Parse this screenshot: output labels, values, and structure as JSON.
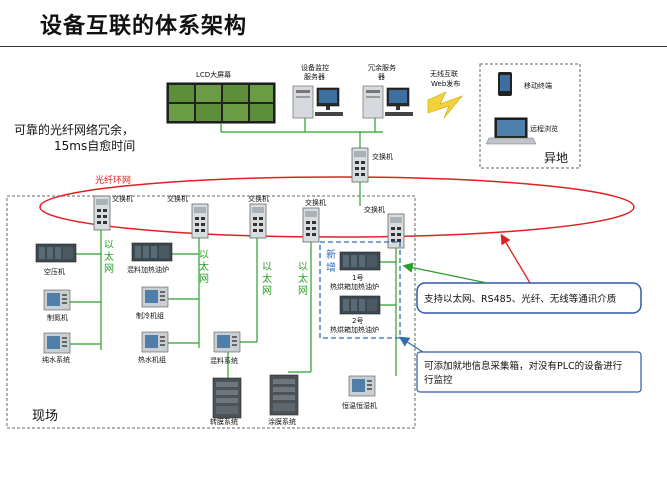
{
  "title": "设备互联的体系架构",
  "redundancy_note": {
    "line1": "可靠的光纤网络冗余，",
    "line2": "15ms自愈时间"
  },
  "ring_label": "光纤环网",
  "top_devices": {
    "lcd": "LCD大屏幕",
    "monitor_server_1": "设备监控",
    "monitor_server_2": "服务器",
    "redundant_server_1": "冗余服务",
    "redundant_server_2": "器",
    "wireless_1": "无线互联",
    "wireless_2": "Web发布"
  },
  "remote": {
    "mobile": "移动终端",
    "remote_view": "远程浏览",
    "area_label": "异地"
  },
  "switch_label": "交换机",
  "ethernet_chars": [
    "以",
    "太",
    "网"
  ],
  "site_devices": {
    "air_compressor": "空压机",
    "nitrogen": "制氮机",
    "pure_water": "纯水系统",
    "mixer_oil": "混料加热油炉",
    "chiller": "制冷机组",
    "hot_water": "热水机组",
    "mixer_system": "混料系统",
    "turning": "转膜系统",
    "coating": "涂膜系统",
    "new_label_1": "新",
    "new_label_2": "增",
    "oven1_num": "1号",
    "oven1_name": "热烘箱加热油炉",
    "oven2_num": "2号",
    "oven2_name": "热烘箱加热油炉",
    "const_temp": "恒温恒湿机"
  },
  "site_label": "现场",
  "callout_protocols": "支持以太网、RS485、光纤、无线等通讯介质",
  "callout_collector": {
    "line1": "可添加就地信息采集箱，对没有PLC的设备进行",
    "line2": "行监控"
  },
  "colors": {
    "ring": "#e02020",
    "ethernet": "#2aa02a",
    "dashed_box": "#2f6db0",
    "callout_border": "#2f5aa8"
  }
}
